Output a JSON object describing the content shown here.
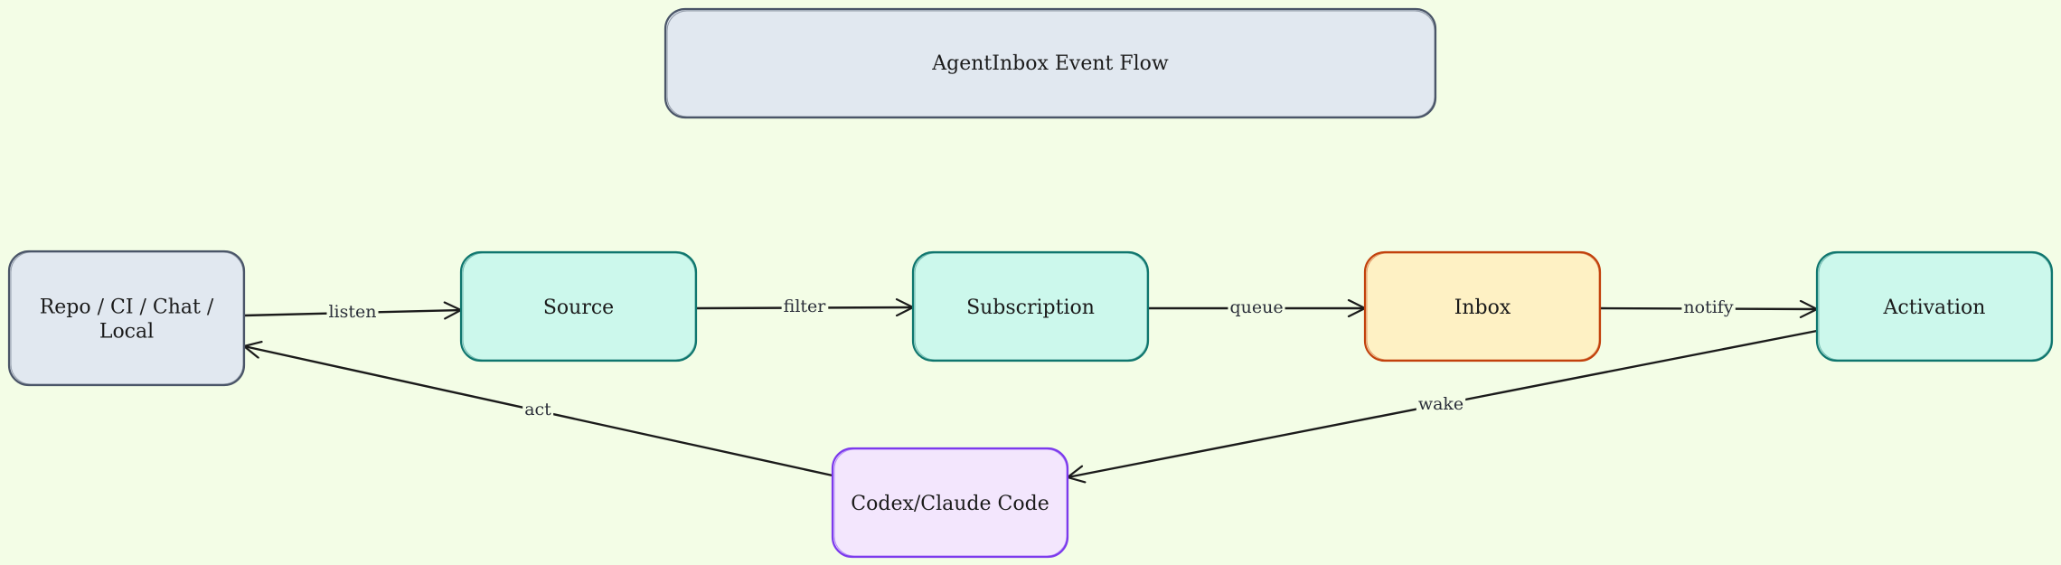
{
  "diagram": {
    "title": "AgentInbox Event Flow",
    "nodes": [
      {
        "id": "repo",
        "label_lines": [
          "Repo / CI / Chat /",
          "Local"
        ],
        "fill": "#e1e8f0",
        "stroke": "#4a5568"
      },
      {
        "id": "source",
        "label_lines": [
          "Source"
        ],
        "fill": "#ccf8ec",
        "stroke": "#0f766e"
      },
      {
        "id": "subscription",
        "label_lines": [
          "Subscription"
        ],
        "fill": "#ccf8ec",
        "stroke": "#0f766e"
      },
      {
        "id": "inbox",
        "label_lines": [
          "Inbox"
        ],
        "fill": "#fef1c4",
        "stroke": "#c2410c"
      },
      {
        "id": "activation",
        "label_lines": [
          "Activation"
        ],
        "fill": "#ccf8ec",
        "stroke": "#0f766e"
      },
      {
        "id": "codex",
        "label_lines": [
          "Codex/Claude Code"
        ],
        "fill": "#f3e6fd",
        "stroke": "#7c3aed"
      }
    ],
    "edges": [
      {
        "from": "repo",
        "to": "source",
        "label": "listen"
      },
      {
        "from": "source",
        "to": "subscription",
        "label": "filter"
      },
      {
        "from": "subscription",
        "to": "inbox",
        "label": "queue"
      },
      {
        "from": "inbox",
        "to": "activation",
        "label": "notify"
      },
      {
        "from": "activation",
        "to": "codex",
        "label": "wake"
      },
      {
        "from": "codex",
        "to": "repo",
        "label": "act"
      }
    ],
    "colors": {
      "background": "#f3fde6",
      "title_fill": "#e1e8f0",
      "title_stroke": "#4a5568",
      "edge": "#1b1b1b"
    }
  }
}
